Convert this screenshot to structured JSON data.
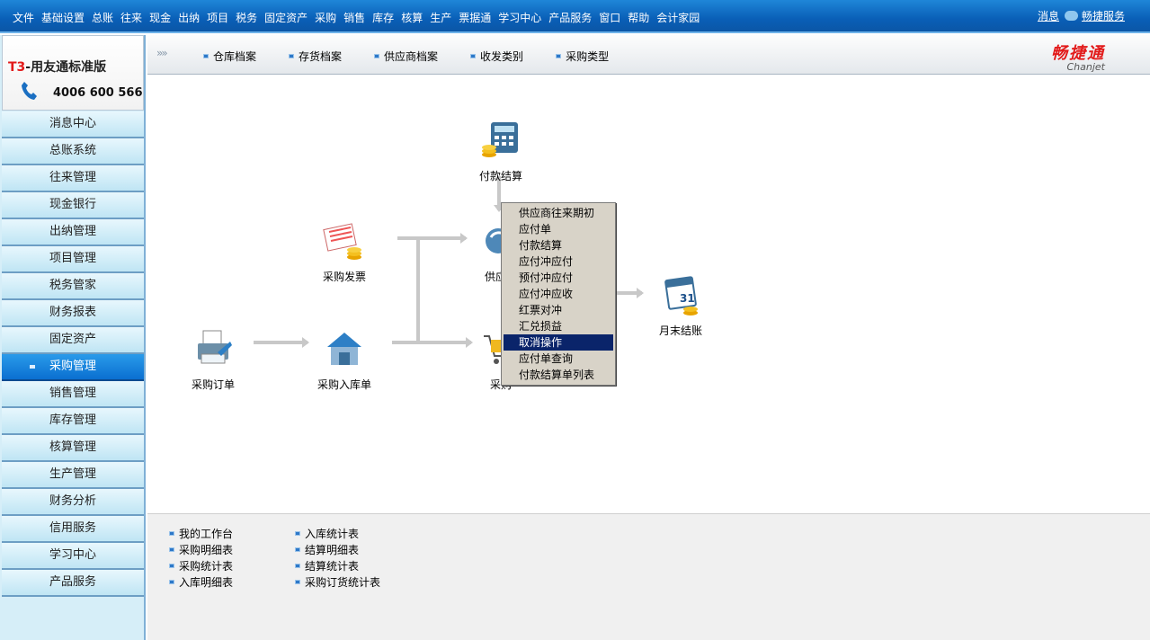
{
  "menubar": {
    "items": [
      "文件",
      "基础设置",
      "总账",
      "往来",
      "现金",
      "出纳",
      "项目",
      "税务",
      "固定资产",
      "采购",
      "销售",
      "库存",
      "核算",
      "生产",
      "票据通",
      "学习中心",
      "产品服务",
      "窗口",
      "帮助",
      "会计家园"
    ],
    "message_label": "消息",
    "service_label": "畅捷服务"
  },
  "brand": {
    "product_prefix": "T3",
    "product_name": "-用友通标准版",
    "phone": "4006 600 566"
  },
  "nav": {
    "items": [
      "消息中心",
      "总账系统",
      "往来管理",
      "现金银行",
      "出纳管理",
      "项目管理",
      "税务管家",
      "财务报表",
      "固定资产",
      "采购管理",
      "销售管理",
      "库存管理",
      "核算管理",
      "生产管理",
      "财务分析",
      "信用服务",
      "学习中心",
      "产品服务"
    ],
    "active": "采购管理"
  },
  "toolbar": {
    "chevron": "»»",
    "links": [
      "仓库档案",
      "存货档案",
      "供应商档案",
      "收发类别",
      "采购类型"
    ],
    "logo_cn": "畅捷通",
    "logo_en": "Chanjet"
  },
  "workflow": {
    "nodes": {
      "payment": "付款结算",
      "invoice": "采购发票",
      "supplier": "供应商",
      "order": "采购订单",
      "receipt": "采购入库单",
      "purchase": "采购",
      "month_end": "月末结账"
    }
  },
  "context_menu": {
    "items": [
      "供应商往来期初",
      "应付单",
      "付款结算",
      "应付冲应付",
      "预付冲应付",
      "应付冲应收",
      "红票对冲",
      "汇兑损益",
      "取消操作",
      "应付单查询",
      "付款结算单列表"
    ],
    "selected": "取消操作"
  },
  "reports": {
    "col1": [
      "我的工作台",
      "采购明细表",
      "采购统计表",
      "入库明细表"
    ],
    "col2": [
      "入库统计表",
      "结算明细表",
      "结算统计表",
      "采购订货统计表"
    ]
  },
  "colors": {
    "menubar": "#0a5fb7",
    "nav_active": "#0a6fd0",
    "menu_selected": "#0a246a",
    "logo_red": "#e21a1a"
  }
}
